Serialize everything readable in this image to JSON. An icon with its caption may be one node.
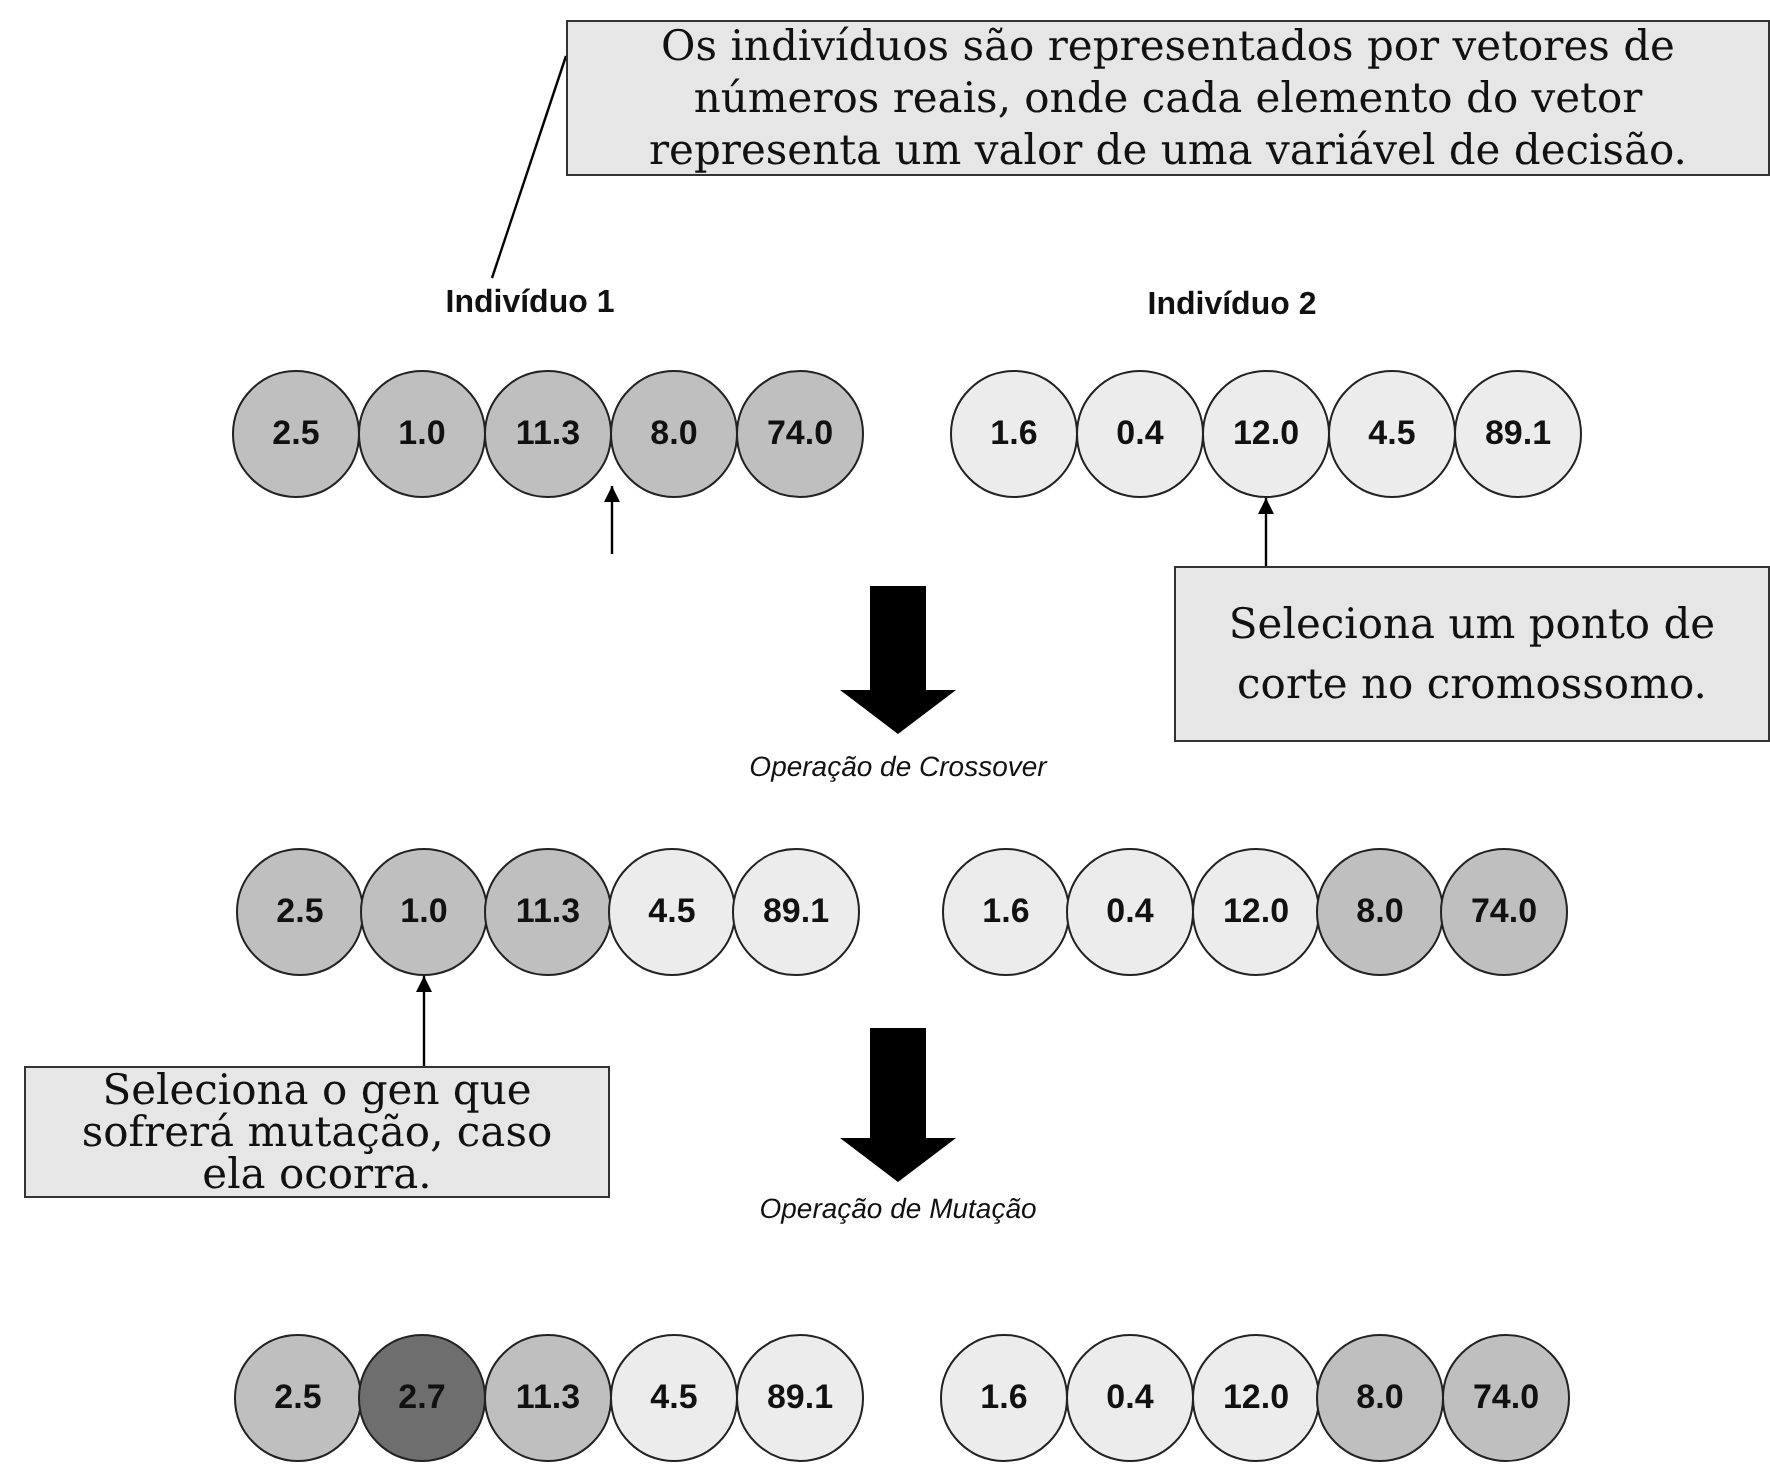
{
  "diagram": {
    "nodes": [
      {
        "text": [
          "Os indivíduos são representados por vetores de números reais, onde cada elemento do vetor representa um valor de uma variável de decisão."
        ]
      },
      {
        "text": [
          "Indivíduo 1"
        ]
      },
      {
        "text": [
          "2.5"
        ]
      },
      {
        "text": [
          "1.0"
        ]
      },
      {
        "text": [
          "11.3"
        ]
      },
      {
        "text": [
          "8.0"
        ]
      },
      {
        "text": [
          "74.0"
        ]
      },
      {
        "text": [
          "1.6"
        ]
      },
      {
        "text": [
          "0.4"
        ]
      },
      {
        "text": [
          "12.0"
        ]
      },
      {
        "text": [
          "4.5"
        ]
      },
      {
        "text": [
          "89.1"
        ]
      },
      {
        "text": [
          "Seleciona um ponto de corte no cromossomo."
        ]
      },
      {
        "text": [
          "2.5"
        ]
      },
      {
        "text": [
          "1.0"
        ]
      },
      {
        "text": [
          "11.3"
        ]
      },
      {
        "text": [
          "4.5"
        ]
      },
      {
        "text": [
          "89.1"
        ]
      },
      {
        "text": [
          "1.6"
        ]
      },
      {
        "text": [
          "0.4"
        ]
      },
      {
        "text": [
          "12.0"
        ]
      },
      {
        "text": [
          "8.0"
        ]
      },
      {
        "text": [
          "74.0"
        ]
      },
      {
        "text": [
          "Seleciona o gen que sofrerá mutação, caso ela ocorra."
        ]
      },
      {
        "text": [
          "2.5"
        ]
      },
      {
        "text": [
          "2.7"
        ]
      },
      {
        "text": [
          "11.3"
        ]
      },
      {
        "text": [
          "4.5"
        ]
      },
      {
        "text": [
          "89.1"
        ]
      },
      {
        "text": [
          "1.6"
        ]
      },
      {
        "text": [
          "0.4"
        ]
      },
      {
        "text": [
          "12.0"
        ]
      },
      {
        "text": [
          "8.0"
        ]
      },
      {
        "text": [
          "74.0"
        ]
      }
    ],
    "edges": [
      {
        "from": 0,
        "to": 1,
        "arrow": "none"
      },
      {
        "from": null,
        "to": 4,
        "arrow": "to"
      },
      {
        "from": 12,
        "to": 9,
        "arrow": "to"
      },
      {
        "from": 23,
        "to": 14,
        "arrow": "to"
      }
    ],
    "labels": [
      "Indivíduo 2",
      "Operação de Crossover",
      "Operação de Mutação"
    ]
  }
}
